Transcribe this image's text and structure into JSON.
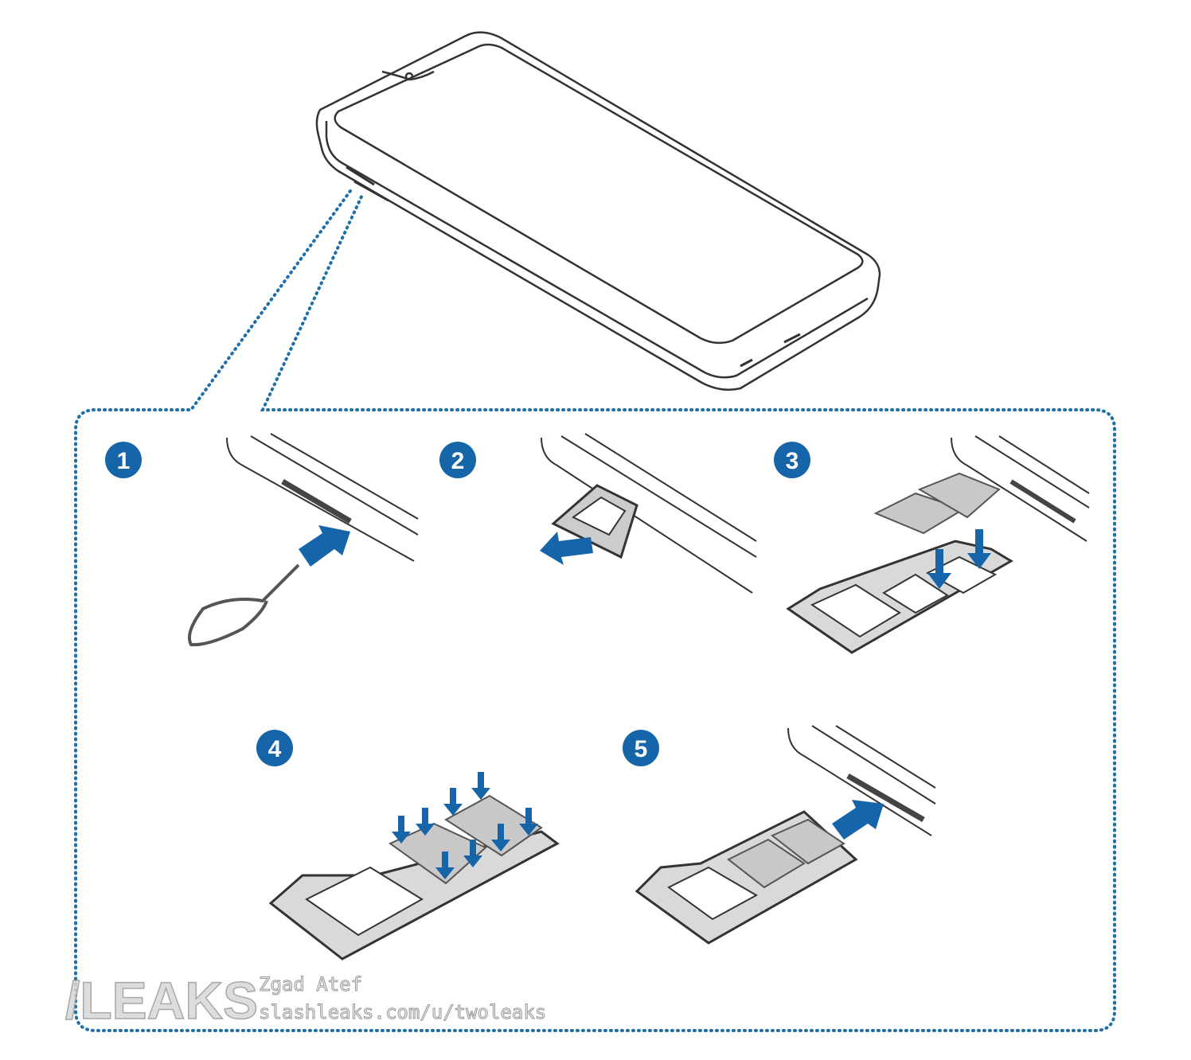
{
  "steps": [
    {
      "number": "1"
    },
    {
      "number": "2"
    },
    {
      "number": "3"
    },
    {
      "number": "4"
    },
    {
      "number": "5"
    }
  ],
  "watermark": {
    "logo": "/LEAKS",
    "author": "Zgad Atef",
    "url": "slashleaks.com/u/twoleaks"
  },
  "colors": {
    "accent": "#1565a8",
    "line": "#333333",
    "card": "#cfcfcf"
  }
}
